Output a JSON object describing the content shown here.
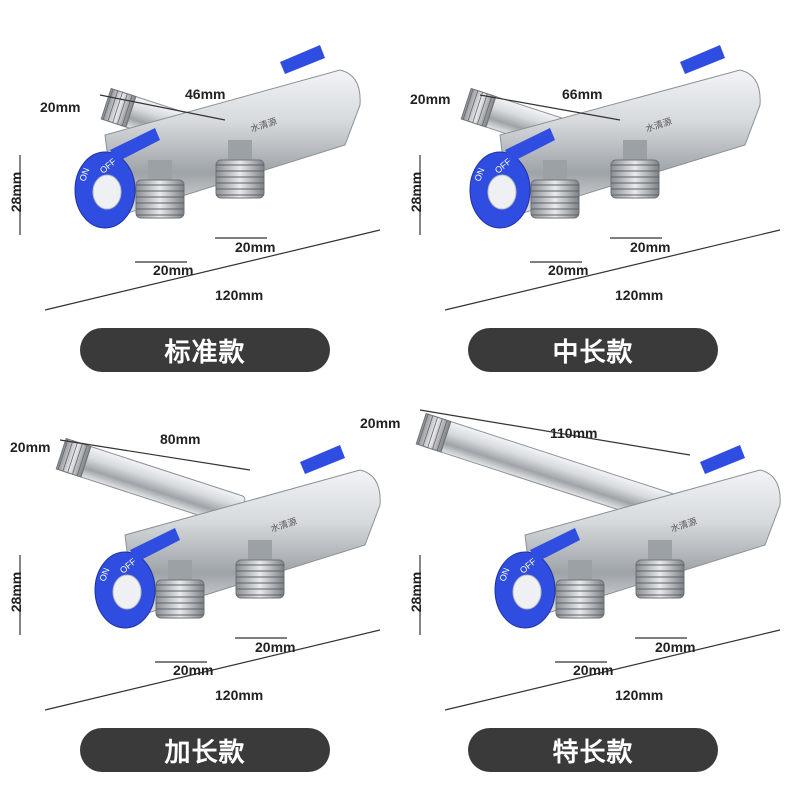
{
  "colors": {
    "badge_bg": "#3a3a3a",
    "handle_blue": "#2f4de0",
    "steel": "#c8ccd0"
  },
  "panels": [
    {
      "badge": "标准款",
      "dims": {
        "left_top": "20mm",
        "body_len": "46mm",
        "height": "28mm",
        "outlet_a": "20mm",
        "outlet_b": "20mm",
        "total": "120mm"
      },
      "knob": {
        "on": "ON",
        "off": "OFF"
      },
      "brand": "水清源"
    },
    {
      "badge": "中长款",
      "dims": {
        "left_top": "20mm",
        "body_len": "66mm",
        "height": "28mm",
        "outlet_a": "20mm",
        "outlet_b": "20mm",
        "total": "120mm"
      },
      "knob": {
        "on": "ON",
        "off": "OFF"
      },
      "brand": "水清源"
    },
    {
      "badge": "加长款",
      "dims": {
        "left_top": "20mm",
        "body_len": "80mm",
        "height": "28mm",
        "outlet_a": "20mm",
        "outlet_b": "20mm",
        "total": "120mm"
      },
      "knob": {
        "on": "ON",
        "off": "OFF"
      },
      "brand": "水清源"
    },
    {
      "badge": "特长款",
      "dims": {
        "left_top": "20mm",
        "body_len": "110mm",
        "height": "28mm",
        "outlet_a": "20mm",
        "outlet_b": "20mm",
        "total": "120mm"
      },
      "knob": {
        "on": "ON",
        "off": "OFF"
      },
      "brand": "水清源"
    }
  ]
}
